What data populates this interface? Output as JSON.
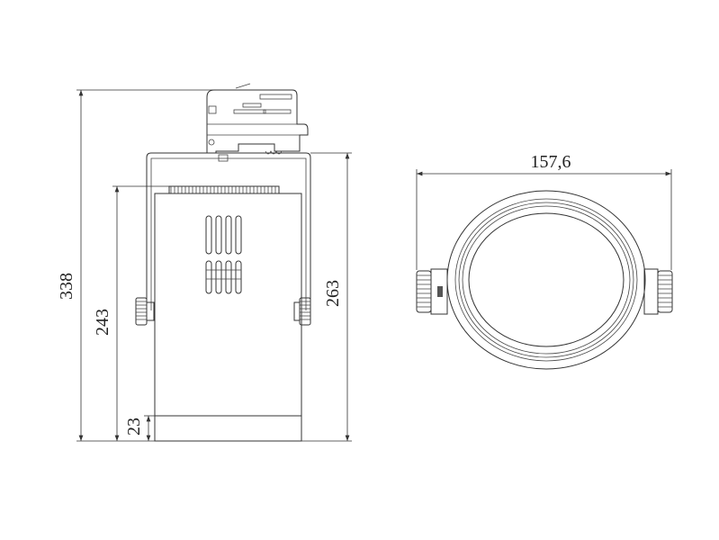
{
  "side_view": {
    "dimensions": {
      "total_height": "338",
      "body_height": "243",
      "bottom_ring": "23",
      "bracket_height": "263"
    }
  },
  "front_view": {
    "dimensions": {
      "diameter": "157,6"
    }
  },
  "colors": {
    "line": "#333333",
    "background": "#ffffff"
  }
}
